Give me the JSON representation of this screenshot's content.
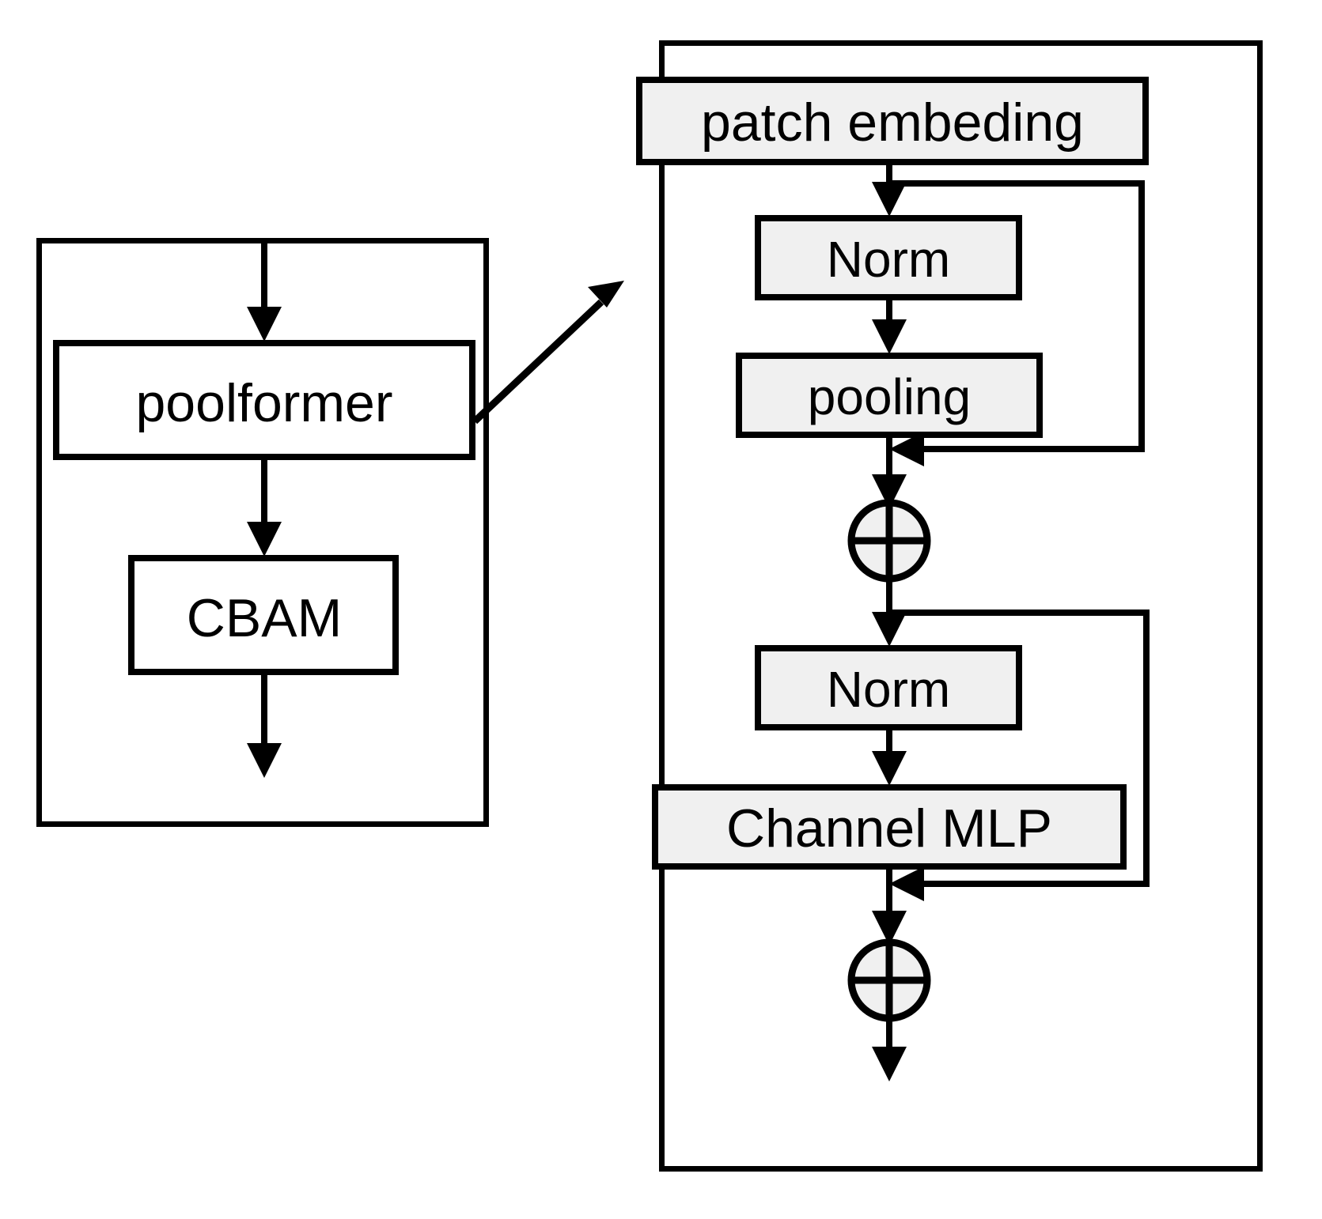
{
  "diagram": {
    "title": "PoolFormer block with CBAM detail",
    "type": "block-diagram",
    "background_color": "#ffffff",
    "stroke_color": "#000000",
    "node_fill_gray": "#f0f0f0",
    "node_fill_white": "#ffffff"
  },
  "left_panel": {
    "name": "poolformer-cbam-stage",
    "nodes": {
      "poolformer": "poolformer",
      "cbam": "CBAM"
    },
    "flow": [
      "input-arrow",
      "poolformer",
      "poolformer-to-cbam-arrow",
      "CBAM",
      "output-arrow"
    ]
  },
  "right_panel": {
    "name": "poolformer-block-detail",
    "nodes": {
      "patch_embedding": "patch embeding",
      "norm_1": "Norm",
      "pooling": "pooling",
      "add_1": "⊕",
      "norm_2": "Norm",
      "channel_mlp": "Channel MLP",
      "add_2": "⊕"
    },
    "flow": [
      "patch embeding",
      "Norm",
      "pooling",
      "⊕",
      "Norm",
      "Channel MLP",
      "⊕",
      "output-arrow"
    ],
    "skip_connections": [
      {
        "name": "residual-1",
        "from": "patch embeding",
        "to": "⊕"
      },
      {
        "name": "residual-2",
        "from": "⊕",
        "to": "⊕"
      }
    ]
  },
  "connector": {
    "name": "zoom-in-connector",
    "from": "poolformer",
    "to": "poolformer-block-detail",
    "style": "diagonal-arrow"
  }
}
